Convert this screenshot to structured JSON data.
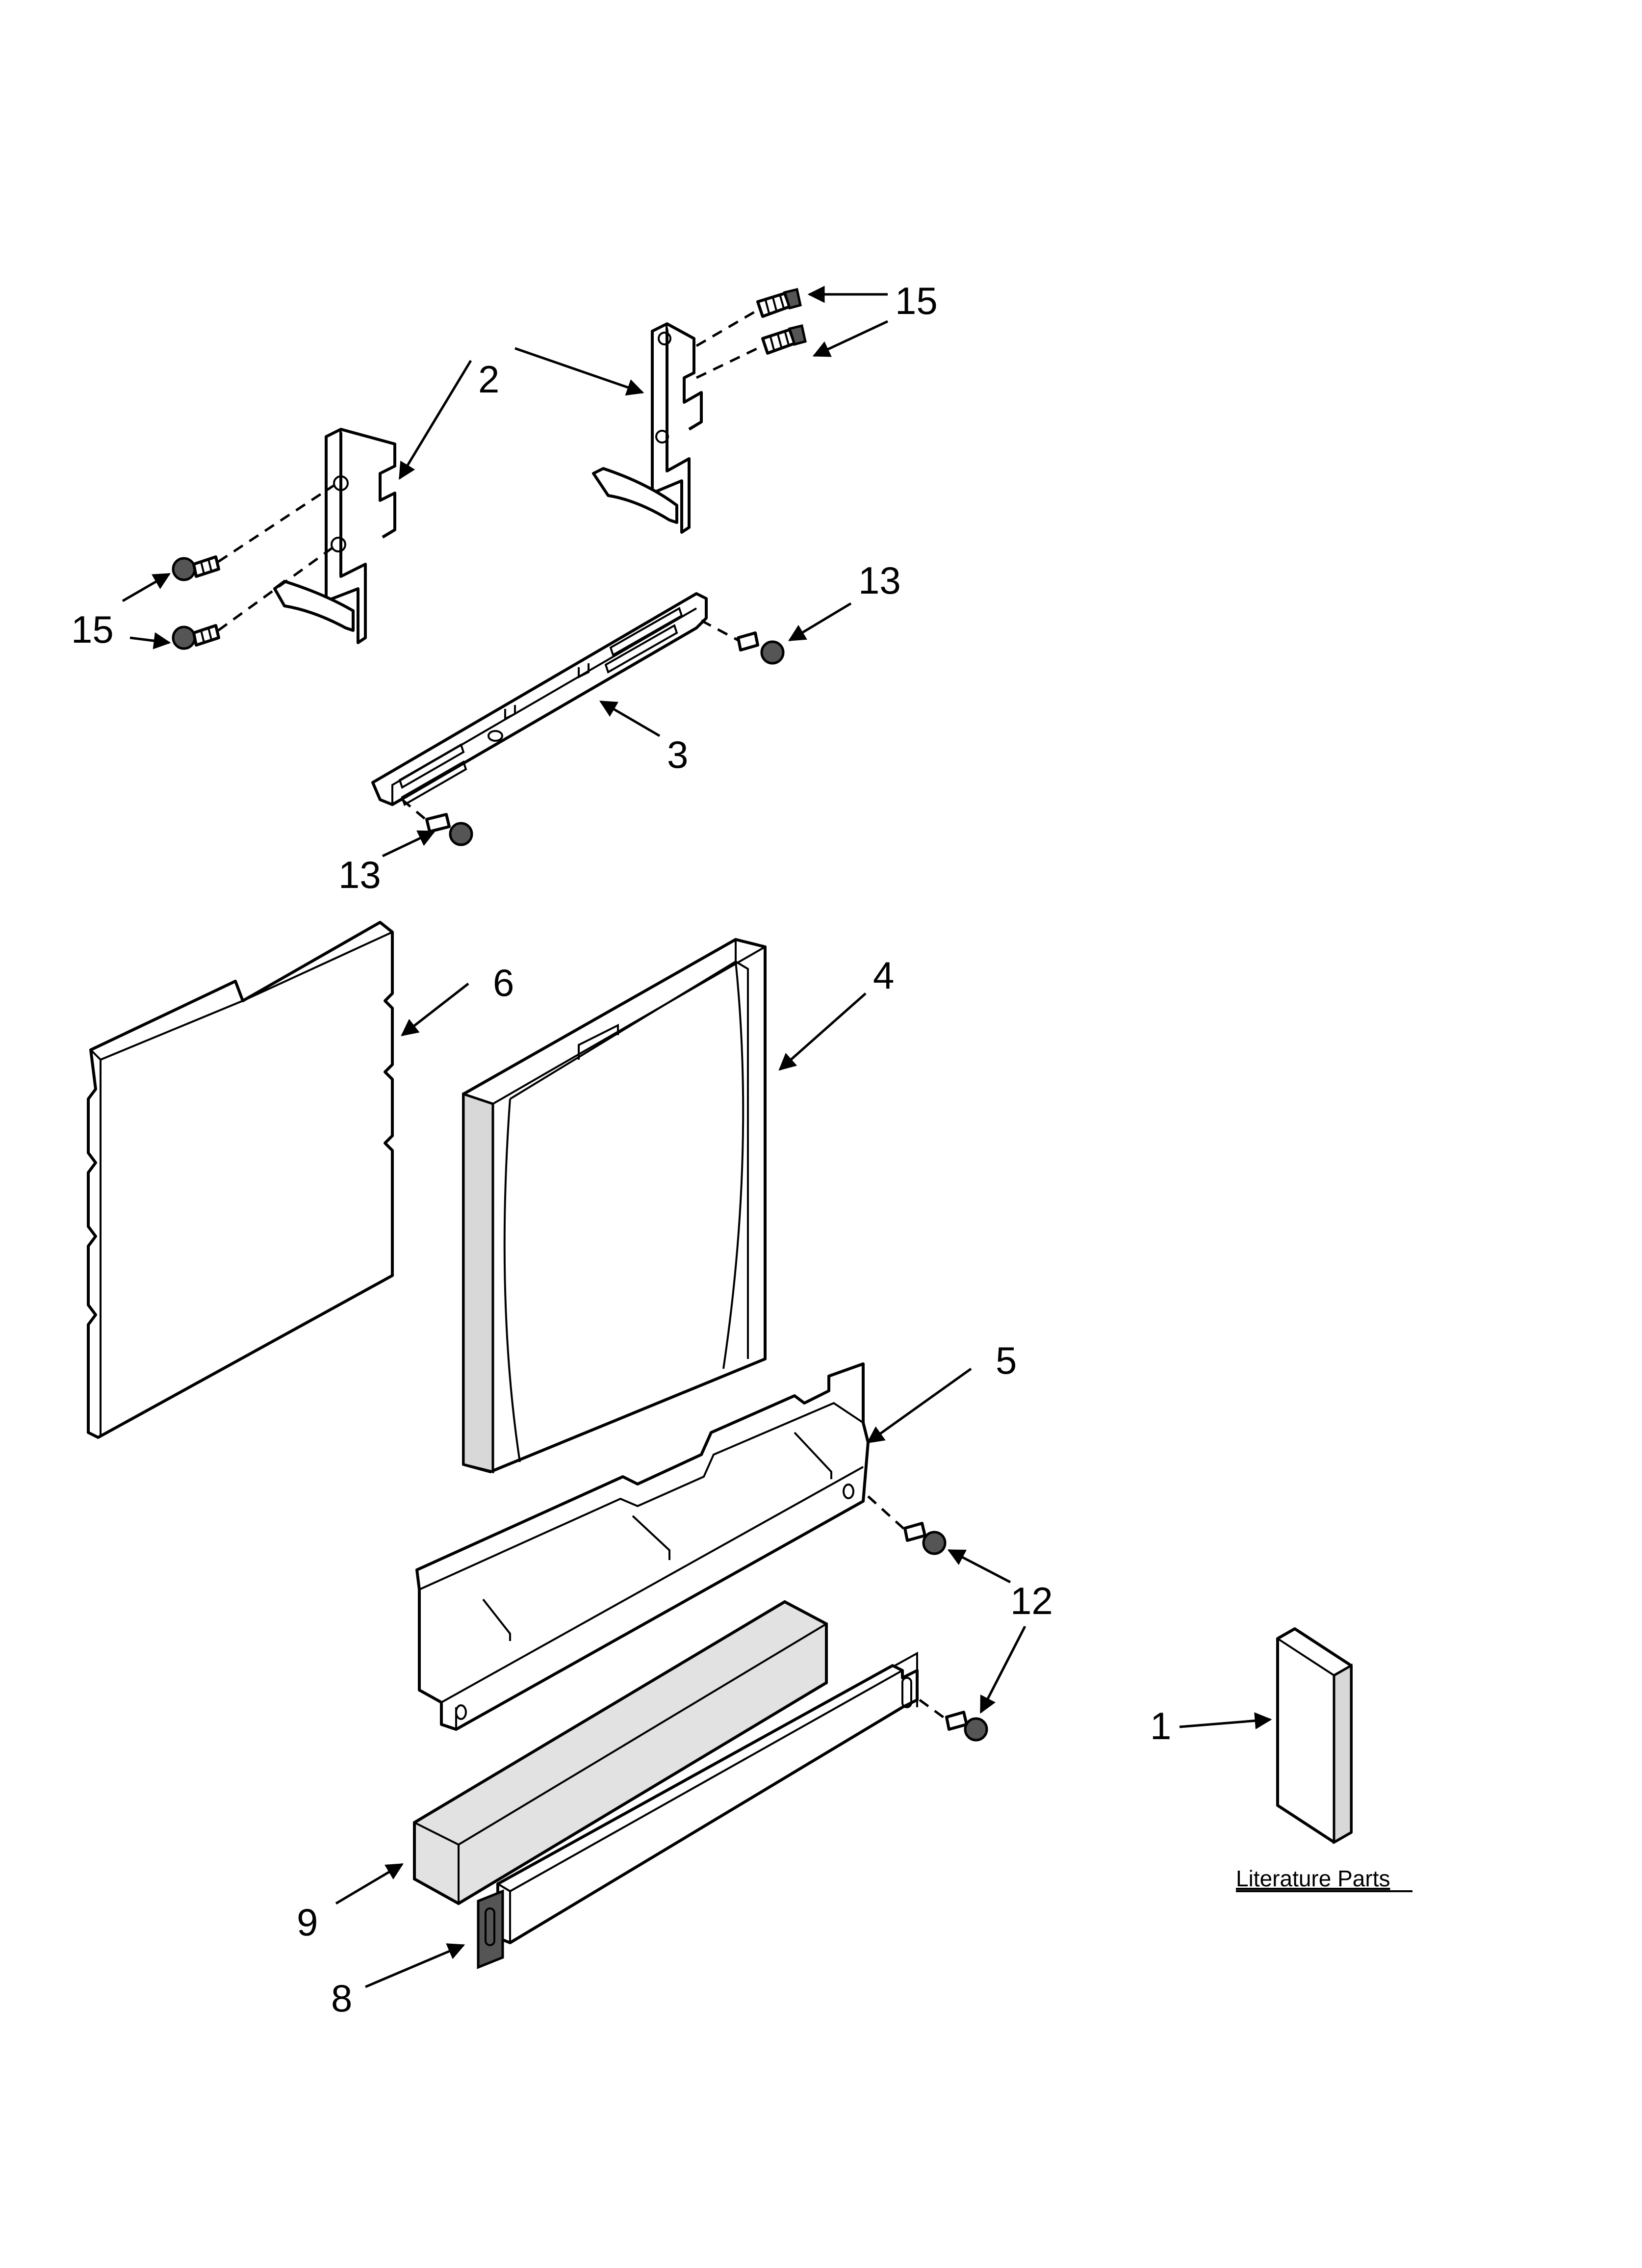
{
  "callouts": {
    "c1": "1",
    "c2": "2",
    "c3": "3",
    "c4": "4",
    "c5": "5",
    "c6": "6",
    "c8": "8",
    "c9": "9",
    "c12": "12",
    "c13a": "13",
    "c13b": "13",
    "c15a": "15",
    "c15b": "15"
  },
  "literature_label": "Literature Parts"
}
